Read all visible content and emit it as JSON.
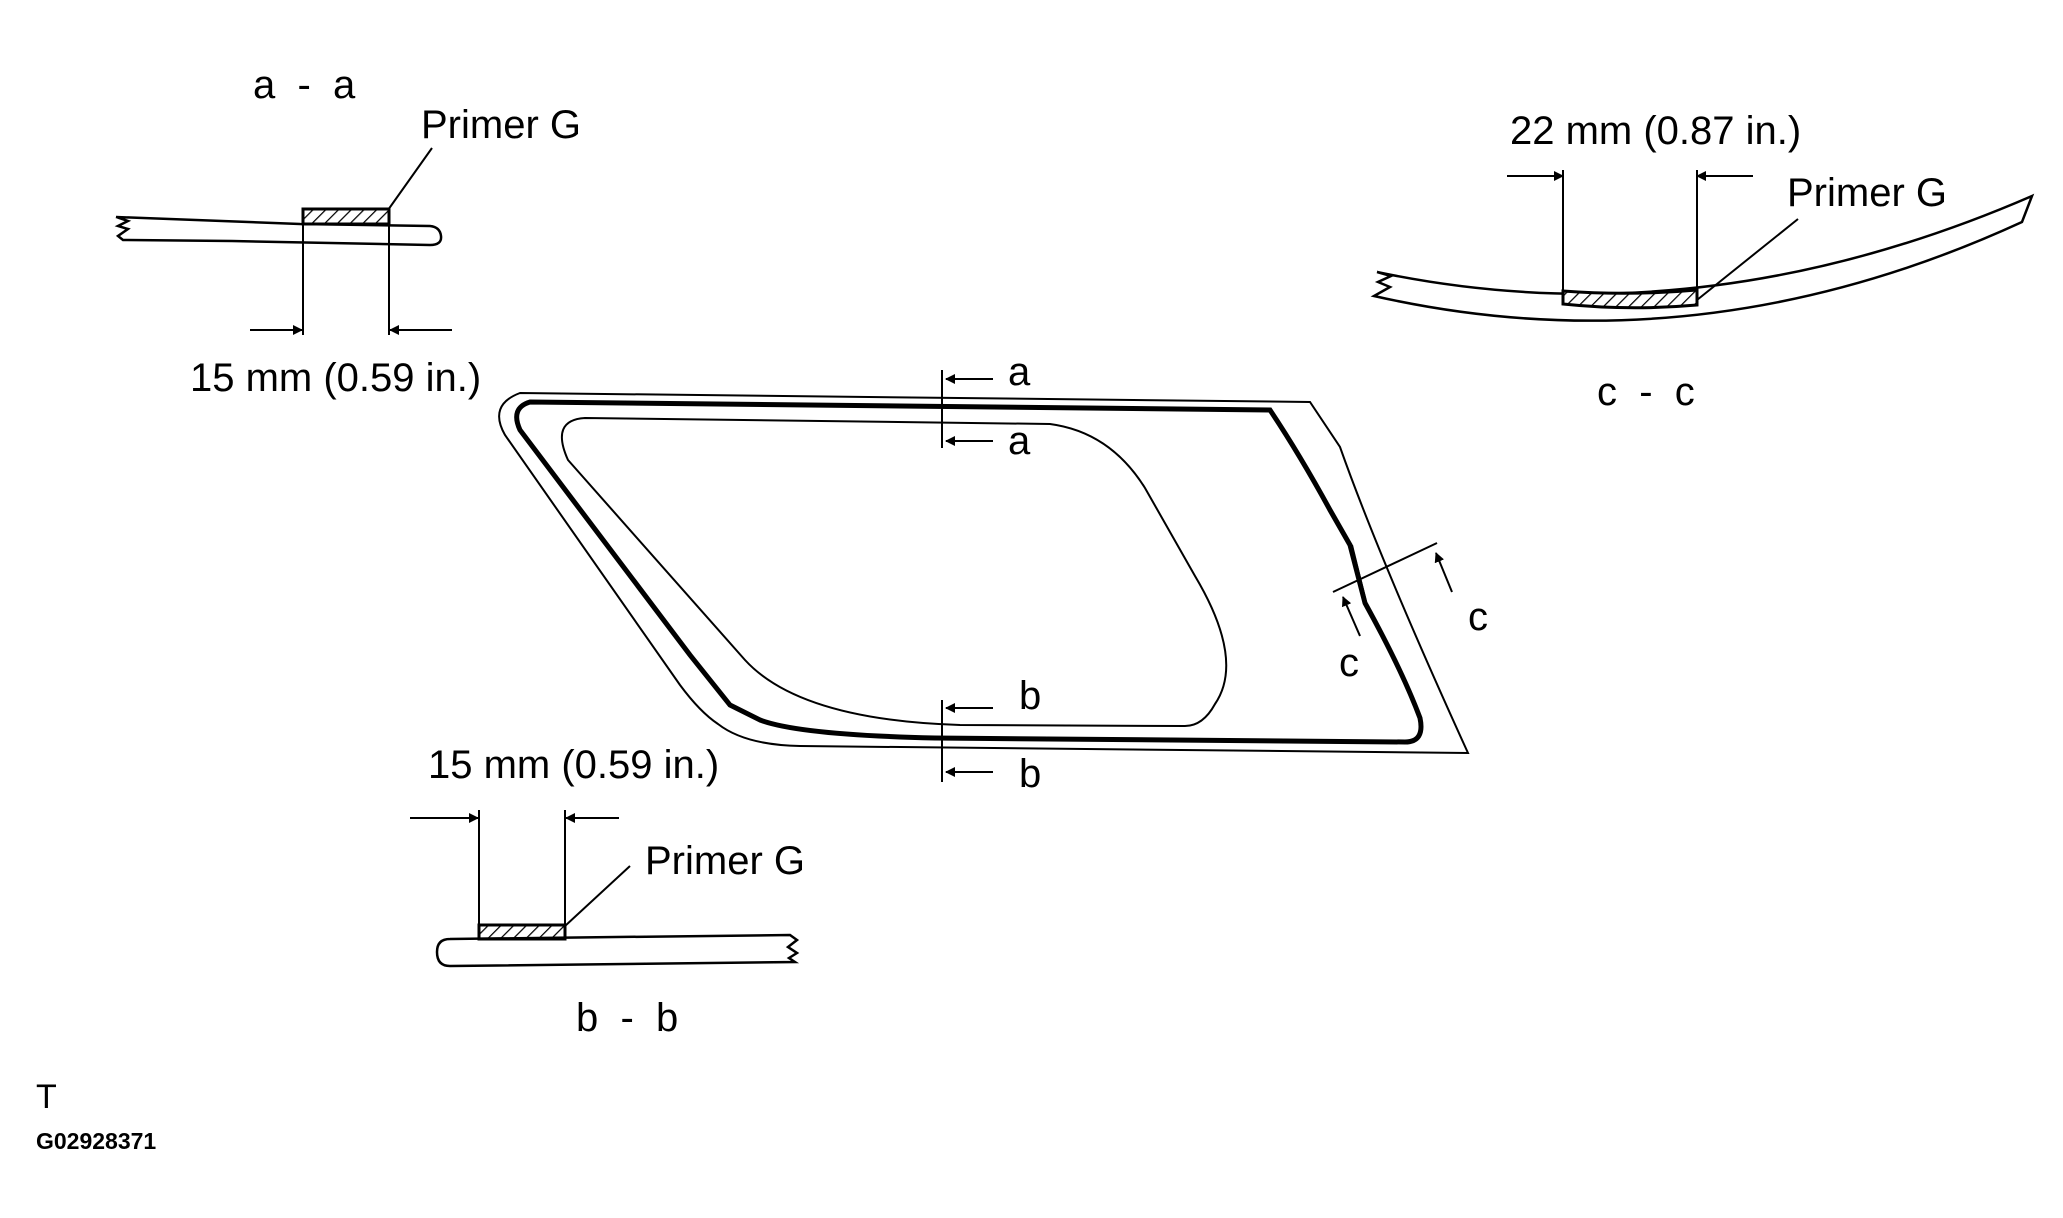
{
  "diagram": {
    "section_aa": {
      "title": "a  -  a",
      "primer_label": "Primer G",
      "dimension": "15 mm (0.59 in.)"
    },
    "section_bb": {
      "title": "b  -  b",
      "primer_label": "Primer G",
      "dimension": "15 mm (0.59 in.)"
    },
    "section_cc": {
      "title": "c  -  c",
      "primer_label": "Primer G",
      "dimension": "22 mm (0.87 in.)"
    },
    "cut_markers": {
      "a_upper": "a",
      "a_lower": "a",
      "b_upper": "b",
      "b_lower": "b",
      "c_left": "c",
      "c_right": "c"
    },
    "footer": {
      "mark": "T",
      "code": "G02928371"
    }
  }
}
